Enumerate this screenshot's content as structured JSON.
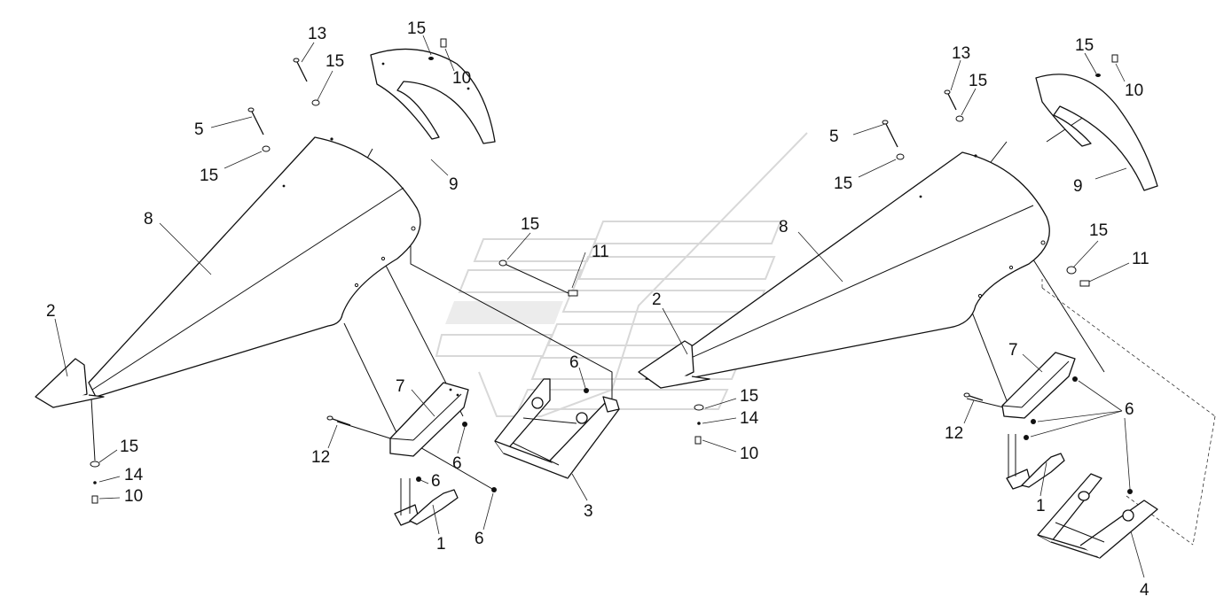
{
  "callouts": [
    {
      "id": "l-2",
      "text": "2"
    },
    {
      "id": "l-8",
      "text": "8"
    },
    {
      "id": "l-5",
      "text": "5"
    },
    {
      "id": "l-15a",
      "text": "15"
    },
    {
      "id": "l-13",
      "text": "13"
    },
    {
      "id": "l-15b",
      "text": "15"
    },
    {
      "id": "l-15c",
      "text": "15"
    },
    {
      "id": "l-10a",
      "text": "10"
    },
    {
      "id": "l-9",
      "text": "9"
    },
    {
      "id": "l-15d",
      "text": "15"
    },
    {
      "id": "l-11",
      "text": "11"
    },
    {
      "id": "l-7",
      "text": "7"
    },
    {
      "id": "l-12",
      "text": "12"
    },
    {
      "id": "l-6a",
      "text": "6"
    },
    {
      "id": "l-6b",
      "text": "6"
    },
    {
      "id": "l-6c",
      "text": "6"
    },
    {
      "id": "l-1",
      "text": "1"
    },
    {
      "id": "l-15e",
      "text": "15"
    },
    {
      "id": "l-14a",
      "text": "14"
    },
    {
      "id": "l-10b",
      "text": "10"
    },
    {
      "id": "l-6d",
      "text": "6"
    },
    {
      "id": "l-3",
      "text": "3"
    },
    {
      "id": "r-13",
      "text": "13"
    },
    {
      "id": "r-15a",
      "text": "15"
    },
    {
      "id": "r-15b",
      "text": "15"
    },
    {
      "id": "r-10a",
      "text": "10"
    },
    {
      "id": "r-5",
      "text": "5"
    },
    {
      "id": "r-15c",
      "text": "15"
    },
    {
      "id": "r-9",
      "text": "9"
    },
    {
      "id": "r-8",
      "text": "8"
    },
    {
      "id": "r-15d",
      "text": "15"
    },
    {
      "id": "r-11",
      "text": "11"
    },
    {
      "id": "r-2",
      "text": "2"
    },
    {
      "id": "r-15e",
      "text": "15"
    },
    {
      "id": "r-14",
      "text": "14"
    },
    {
      "id": "r-10b",
      "text": "10"
    },
    {
      "id": "r-7",
      "text": "7"
    },
    {
      "id": "r-6",
      "text": "6"
    },
    {
      "id": "r-12",
      "text": "12"
    },
    {
      "id": "r-1",
      "text": "1"
    },
    {
      "id": "r-4",
      "text": "4"
    }
  ]
}
